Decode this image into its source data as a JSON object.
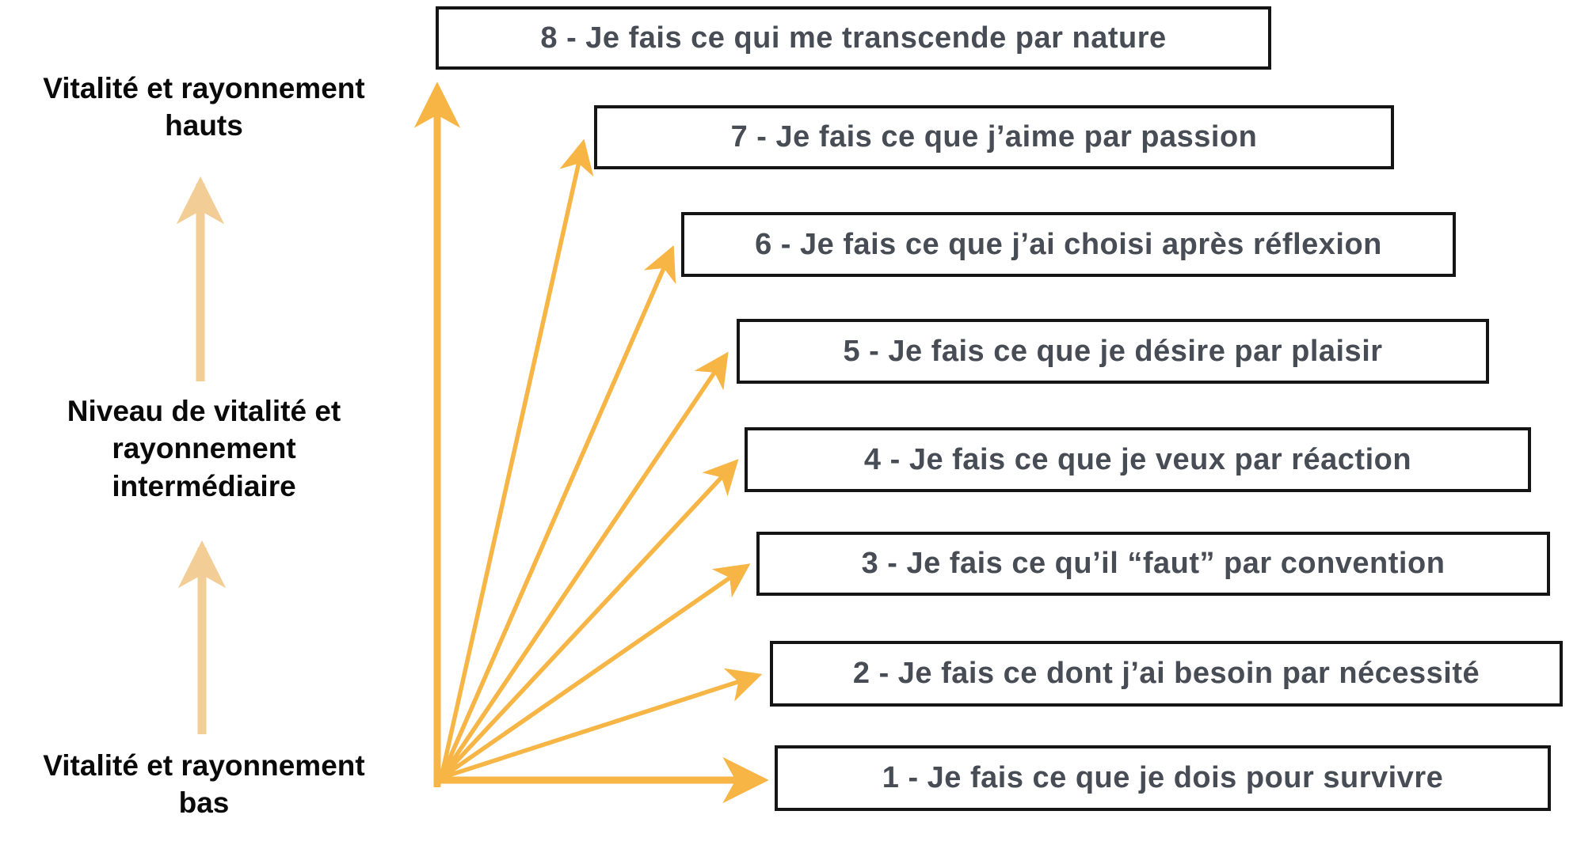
{
  "diagram": {
    "boxes": [
      {
        "level": 8,
        "label": "8 - Je fais ce qui me transcende par nature"
      },
      {
        "level": 7,
        "label": "7 - Je fais ce que j’aime par passion"
      },
      {
        "level": 6,
        "label": "6 - Je fais ce que j’ai choisi après réflexion"
      },
      {
        "level": 5,
        "label": "5 - Je fais ce que je désire par plaisir"
      },
      {
        "level": 4,
        "label": "4 - Je fais ce que je veux par réaction"
      },
      {
        "level": 3,
        "label": "3 - Je fais ce qu’il “faut” par convention"
      },
      {
        "level": 2,
        "label": "2 - Je fais ce dont j’ai besoin par nécessité"
      },
      {
        "level": 1,
        "label": "1 - Je fais ce que je dois pour survivre"
      }
    ],
    "axis_labels": {
      "top": "Vitalité et rayonnement\nhauts",
      "middle": "Niveau de vitalité et\nrayonnement\nintermédiaire",
      "bottom": "Vitalité et rayonnement\nbas"
    },
    "colors": {
      "arrow": "#F6B545",
      "arrow-light": "#F3CD96",
      "box-border": "#151515",
      "box-text": "#474C55",
      "label-text": "#0A0A0A",
      "background": "#FFFFFF"
    }
  }
}
